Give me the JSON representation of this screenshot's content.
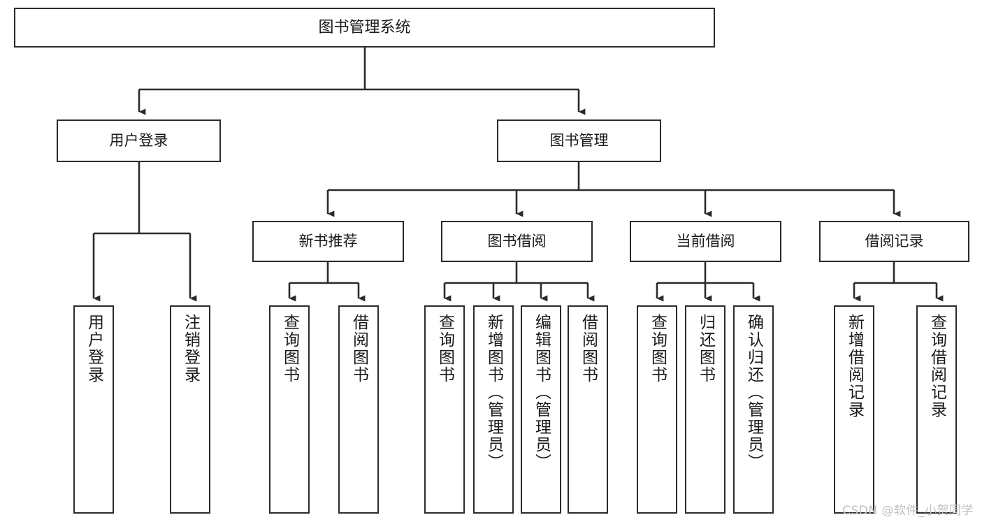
{
  "diagram": {
    "title": "图书管理系统",
    "watermark": "CSDN @软件_小贺同学",
    "colors": {
      "border": "#2b2b2b",
      "background": "#ffffff",
      "text": "#1a1a1a",
      "connector": "#2b2b2b",
      "watermark": "#bfbfbf"
    },
    "levels": {
      "root": "图书管理系统",
      "level2": [
        "用户登录",
        "图书管理"
      ],
      "level3": [
        "新书推荐",
        "图书借阅",
        "当前借阅",
        "借阅记录"
      ]
    },
    "nodes": {
      "root": {
        "label": "图书管理系统"
      },
      "user_login": {
        "label": "用户登录"
      },
      "book_manage": {
        "label": "图书管理"
      },
      "new_book_recommend": {
        "label": "新书推荐"
      },
      "book_borrow": {
        "label": "图书借阅"
      },
      "current_borrow": {
        "label": "当前借阅"
      },
      "borrow_record": {
        "label": "借阅记录"
      },
      "leaf_user_login": {
        "label": "用户登录"
      },
      "leaf_logout_login": {
        "label": "注销登录"
      },
      "leaf_query_book_recommend": {
        "label": "查询图书"
      },
      "leaf_borrow_book_recommend": {
        "label": "借阅图书"
      },
      "leaf_query_book_borrow": {
        "label": "查询图书"
      },
      "leaf_add_book_admin": {
        "label": "新增图书（管理员）"
      },
      "leaf_edit_book_admin": {
        "label": "编辑图书（管理员）"
      },
      "leaf_borrow_book_borrow": {
        "label": "借阅图书"
      },
      "leaf_query_book_current": {
        "label": "查询图书"
      },
      "leaf_return_book": {
        "label": "归还图书"
      },
      "leaf_confirm_return_admin": {
        "label": "确认归还（管理员）"
      },
      "leaf_add_borrow_record": {
        "label": "新增借阅记录"
      },
      "leaf_query_borrow_record": {
        "label": "查询借阅记录"
      }
    },
    "tree": {
      "root": "图书管理系统",
      "children": [
        {
          "label": "用户登录",
          "children": [
            {
              "label": "用户登录"
            },
            {
              "label": "注销登录"
            }
          ]
        },
        {
          "label": "图书管理",
          "children": [
            {
              "label": "新书推荐",
              "children": [
                {
                  "label": "查询图书"
                },
                {
                  "label": "借阅图书"
                }
              ]
            },
            {
              "label": "图书借阅",
              "children": [
                {
                  "label": "查询图书"
                },
                {
                  "label": "新增图书（管理员）"
                },
                {
                  "label": "编辑图书（管理员）"
                },
                {
                  "label": "借阅图书"
                }
              ]
            },
            {
              "label": "当前借阅",
              "children": [
                {
                  "label": "查询图书"
                },
                {
                  "label": "归还图书"
                },
                {
                  "label": "确认归还（管理员）"
                }
              ]
            },
            {
              "label": "借阅记录",
              "children": [
                {
                  "label": "新增借阅记录"
                },
                {
                  "label": "查询借阅记录"
                }
              ]
            }
          ]
        }
      ]
    }
  }
}
